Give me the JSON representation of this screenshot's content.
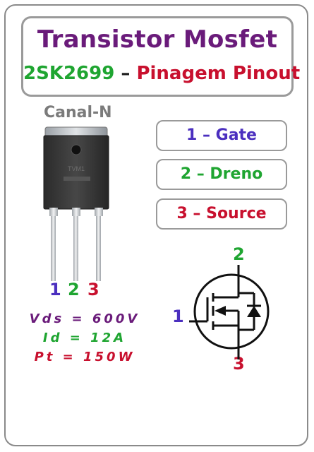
{
  "title": {
    "main": "Transistor Mosfet",
    "part_number": "2SK2699",
    "separator": "–",
    "subtitle": "Pinagem Pinout"
  },
  "channel_label": "Canal-N",
  "package_marking": "TVM1",
  "pins": [
    {
      "label": "1 – Gate",
      "number": "1",
      "color": "#4b2fbf"
    },
    {
      "label": "2 – Dreno",
      "number": "2",
      "color": "#1fa531"
    },
    {
      "label": "3 – Source",
      "number": "3",
      "color": "#c8102e"
    }
  ],
  "specs": {
    "vds": "Vds = 600V",
    "id": "Id = 12A",
    "pt": "Pt = 150W"
  },
  "colors": {
    "title_purple": "#6a1b7a",
    "green": "#1fa531",
    "red": "#c8102e",
    "blue": "#4b2fbf",
    "border_gray": "#9a9a9a"
  }
}
